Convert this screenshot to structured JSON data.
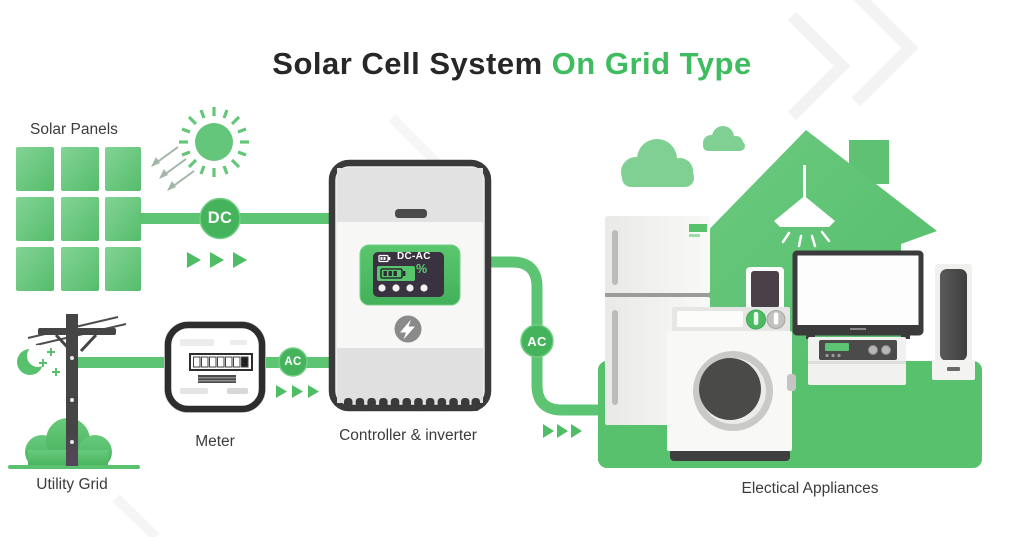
{
  "title": {
    "main": "Solar Cell System",
    "accent": "On Grid Type"
  },
  "nodes": {
    "solar_panels": {
      "label": "Solar Panels"
    },
    "utility_grid": {
      "label": "Utility Grid"
    },
    "meter": {
      "label": "Meter"
    },
    "inverter": {
      "label": "Controller & inverter",
      "display_mode": "DC-AC",
      "display_percent": "%"
    },
    "appliances": {
      "label": "Electical Appliances"
    }
  },
  "flows": [
    {
      "id": "solar-to-inverter",
      "label": "DC"
    },
    {
      "id": "grid-to-inverter",
      "label": "AC"
    },
    {
      "id": "inverter-to-appliances",
      "label": "AC"
    }
  ],
  "colors": {
    "accent_green": "#3ebc5f",
    "flow_green": "#5cc472",
    "badge_green": "#45b35b",
    "house_green": "#5ec274",
    "platform_green": "#58c16d",
    "dark_gray": "#3a3a3a",
    "label_text": "#3c3c3c",
    "title_text": "#272727"
  },
  "icons": [
    "sun-icon",
    "solar-panel-icon",
    "power-pole-icon",
    "crescent-moon-icon",
    "star-icon",
    "bush-icon",
    "meter-icon",
    "inverter-icon",
    "battery-icon",
    "lightning-icon",
    "arrow-right-icon",
    "house-icon",
    "chimney-icon",
    "cloud-icon",
    "pendant-lamp-icon",
    "fridge-icon",
    "tv-icon",
    "smartphone-icon",
    "stereo-icon",
    "washing-machine-icon",
    "speaker-icon"
  ]
}
